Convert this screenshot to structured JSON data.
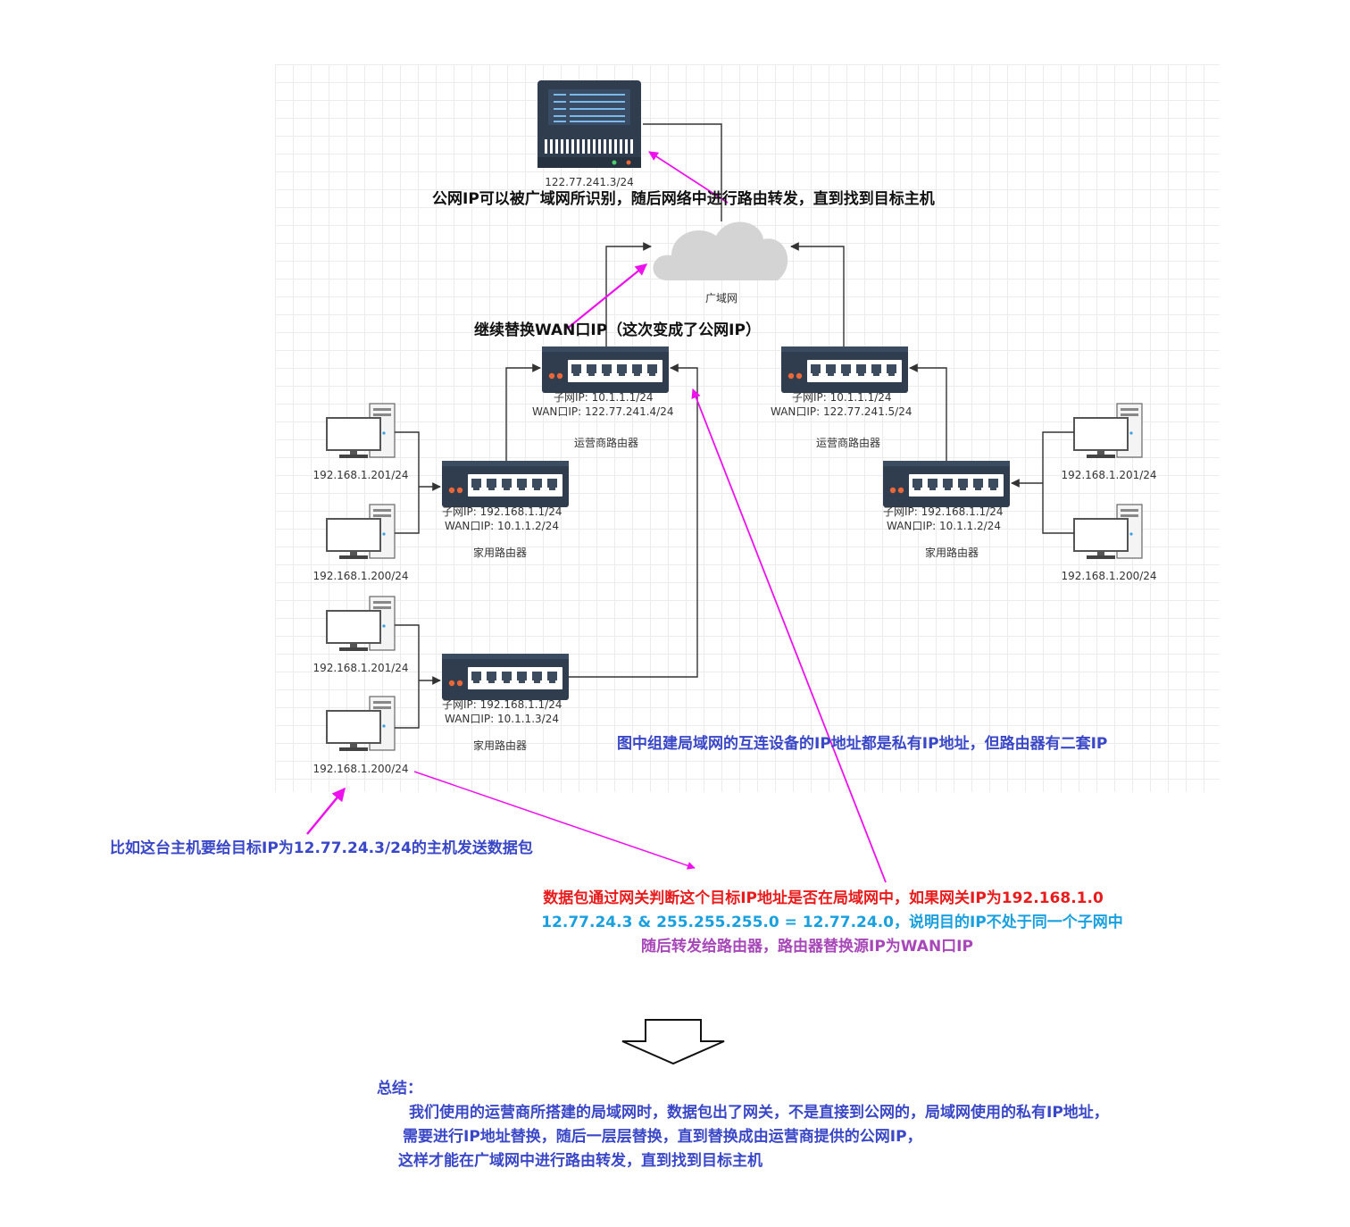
{
  "colors": {
    "router_body": "#2f3d4f",
    "router_panel": "#ffffff",
    "port_fill": "#3c4b5e",
    "led": "#e8683a",
    "line": "#333333",
    "magenta": "#ee11ee",
    "blue_text": "#3a48c8",
    "red_text": "#e81c1c",
    "cyan_text": "#1aa0df",
    "purple_text": "#a747b8"
  },
  "server": {
    "ip": "122.77.241.3/24"
  },
  "cloud": {
    "label": "广域网"
  },
  "isp_routers": [
    {
      "subnet": "子网IP:   10.1.1.1/24",
      "wan": "WAN口IP:  122.77.241.4/24",
      "name": "运营商路由器"
    },
    {
      "subnet": "子网IP:   10.1.1.1/24",
      "wan": "WAN口IP:  122.77.241.5/24",
      "name": "运营商路由器"
    }
  ],
  "home_routers": [
    {
      "subnet": "子网IP:   192.168.1.1/24",
      "wan": "WAN口IP:  10.1.1.2/24",
      "name": "家用路由器"
    },
    {
      "subnet": "子网IP:   192.168.1.1/24",
      "wan": "WAN口IP:  10.1.1.3/24",
      "name": "家用路由器"
    },
    {
      "subnet": "子网IP:   192.168.1.1/24",
      "wan": "WAN口IP:  10.1.1.2/24",
      "name": "家用路由器"
    }
  ],
  "hosts": [
    {
      "ip": "192.168.1.201/24"
    },
    {
      "ip": "192.168.1.200/24"
    },
    {
      "ip": "192.168.1.201/24"
    },
    {
      "ip": "192.168.1.200/24"
    },
    {
      "ip": "192.168.1.201/24"
    },
    {
      "ip": "192.168.1.200/24"
    }
  ],
  "notes": {
    "public_ip": "公网IP可以被广域网所识别，随后网络中进行路由转发，直到找到目标主机",
    "replace_wan": "继续替换WAN口IP（这次变成了公网IP）",
    "private_ip": "图中组建局域网的互连设备的IP地址都是私有IP地址，但路由器有二套IP",
    "example": "比如这台主机要给目标IP为12.77.24.3/24的主机发送数据包",
    "gateway_line1": "数据包通过网关判断这个目标IP地址是否在局域网中，如果网关IP为192.168.1.0",
    "gateway_line2": "12.77.24.3 & 255.255.255.0 = 12.77.24.0，说明目的IP不处于同一个子网中",
    "gateway_line3": "随后转发给路由器，路由器替换源IP为WAN口IP"
  },
  "summary": {
    "title": "总结：",
    "line1": "我们使用的运营商所搭建的局域网时，数据包出了网关，不是直接到公网的，局域网使用的私有IP地址，",
    "line2": "需要进行IP地址替换，随后一层层替换，直到替换成由运营商提供的公网IP，",
    "line3": "这样才能在广域网中进行路由转发，直到找到目标主机"
  }
}
